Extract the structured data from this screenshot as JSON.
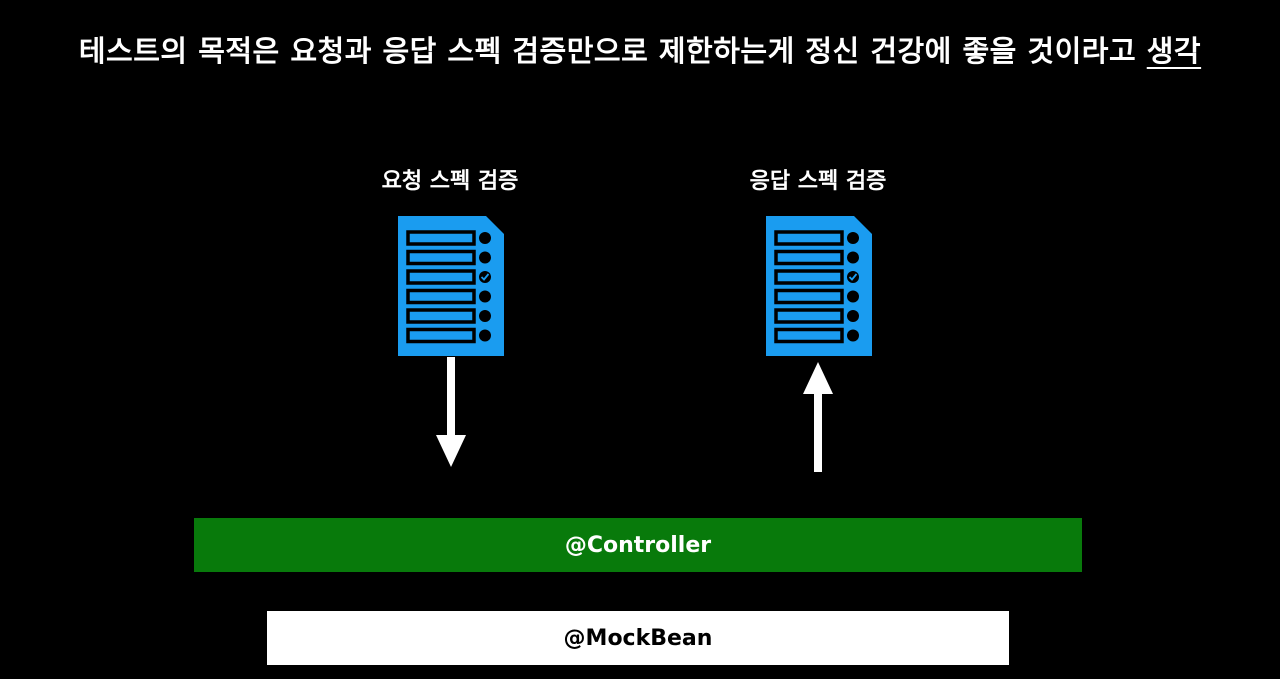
{
  "title": {
    "main": "테스트의 목적은 요청과 응답 스펙 검증만으로 제한하는게 정신 건강에 좋을 것이라고 ",
    "emphasis": "생각"
  },
  "request_spec": {
    "label": "요청 스펙 검증",
    "icon": "checklist-document-icon",
    "arrow_direction": "down"
  },
  "response_spec": {
    "label": "응답 스펙 검증",
    "icon": "checklist-document-icon",
    "arrow_direction": "up"
  },
  "layers": {
    "controller": {
      "label": "@Controller",
      "color": "#087a0b"
    },
    "mockbean": {
      "label": "@MockBean",
      "color": "#ffffff"
    }
  },
  "colors": {
    "background": "#000000",
    "document": "#1a9cf0",
    "text": "#ffffff"
  }
}
